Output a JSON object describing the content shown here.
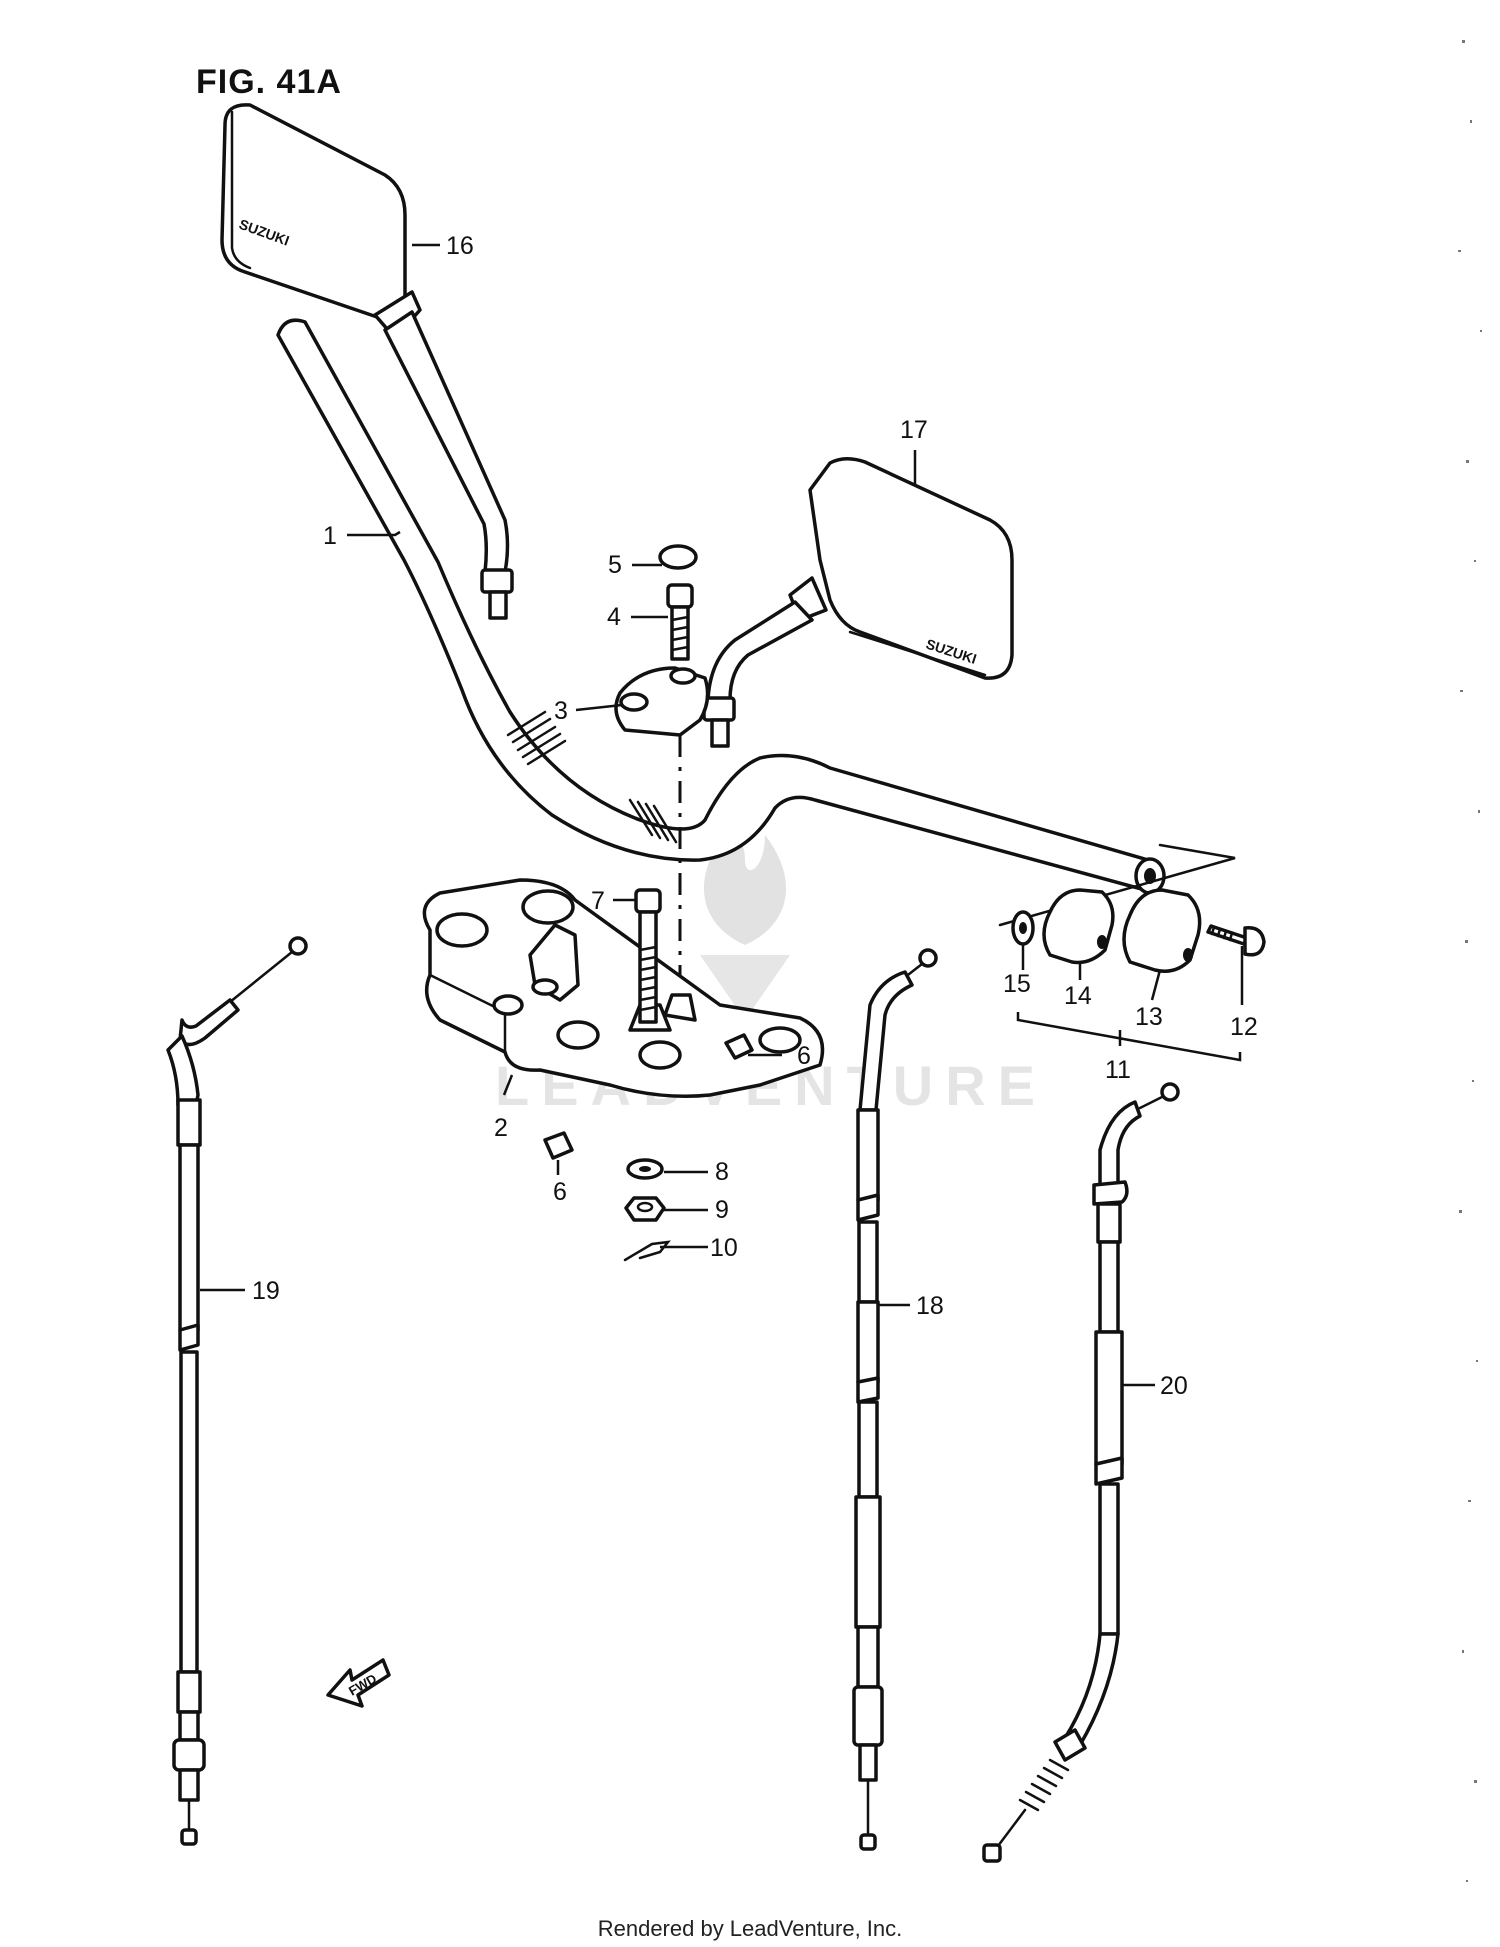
{
  "figure": {
    "title": "FIG. 41A",
    "footer": "Rendered by LeadVenture, Inc.",
    "watermark": "LEADVENTURE",
    "forward_marker": "FWD",
    "mirror_brand": "SUZUKI"
  },
  "callouts": {
    "c1": "1",
    "c2": "2",
    "c3": "3",
    "c4": "4",
    "c5": "5",
    "c6a": "6",
    "c6b": "6",
    "c7": "7",
    "c8": "8",
    "c9": "9",
    "c10": "10",
    "c11": "11",
    "c12": "12",
    "c13": "13",
    "c14": "14",
    "c15": "15",
    "c16": "16",
    "c17": "17",
    "c18": "18",
    "c19": "19",
    "c20": "20"
  }
}
